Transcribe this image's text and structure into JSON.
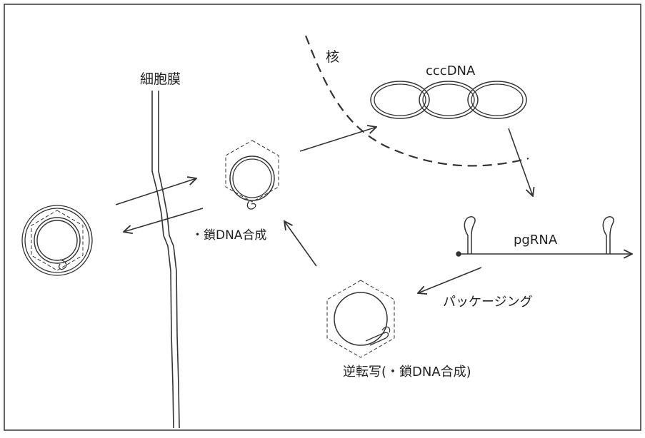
{
  "labels": {
    "membrane": "細胞膜",
    "nucleus": "核",
    "cccdna": "cccDNA",
    "pgrna": "pgRNA",
    "strand_synthesis": "・鎖DNA合成",
    "packaging": "パッケージング",
    "reverse_transcription": "逆転写(・鎖DNA合成)"
  },
  "colors": {
    "line": "#333333",
    "background": "#ffffff"
  }
}
